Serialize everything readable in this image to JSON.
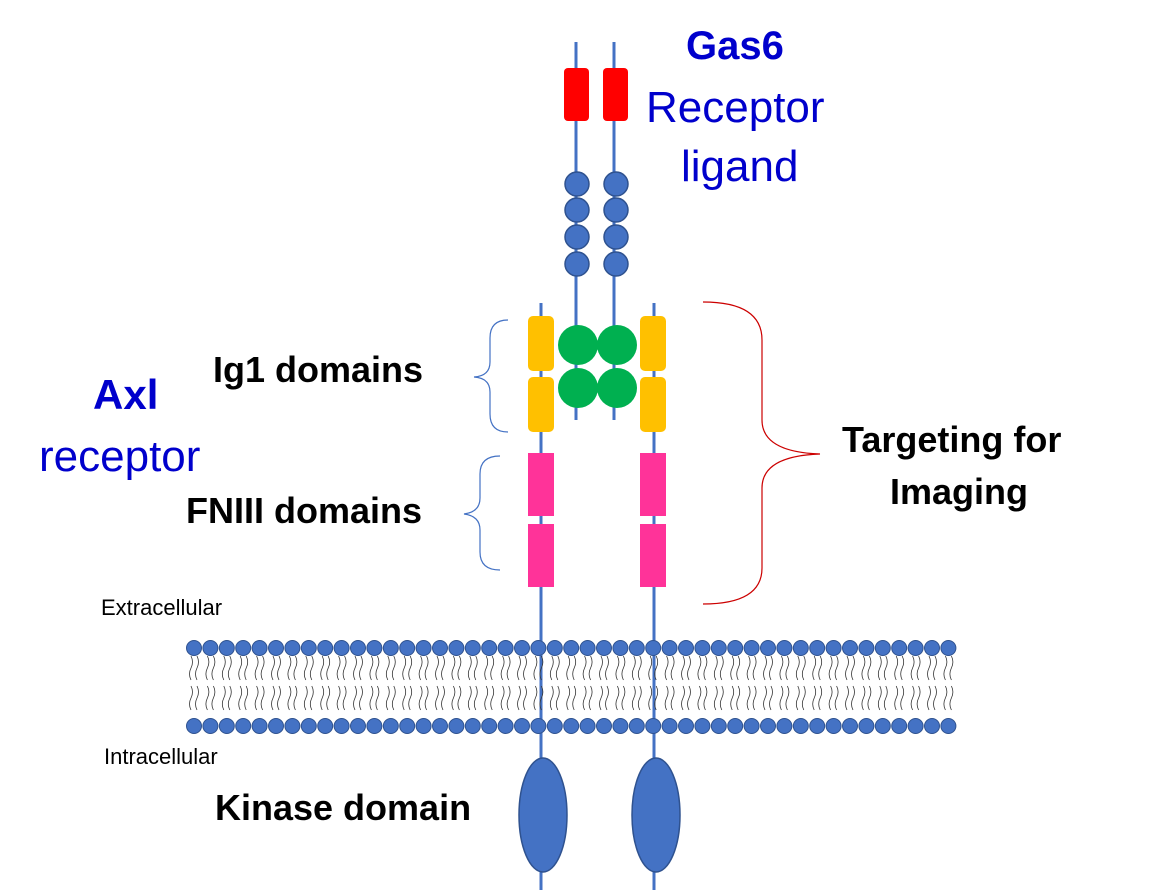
{
  "labels": {
    "gas6": "Gas6",
    "receptor_ligand_1": "Receptor",
    "receptor_ligand_2": "ligand",
    "axl": "Axl",
    "receptor": "receptor",
    "ig1": "Ig1 domains",
    "fniii": "FNIII domains",
    "targeting_1": "Targeting for",
    "targeting_2": "Imaging",
    "extracellular": "Extracellular",
    "intracellular": "Intracellular",
    "kinase": "Kinase domain"
  },
  "colors": {
    "chain": "#4472c4",
    "gas6_head": "#ff0000",
    "ig_domain": "#ffc000",
    "green_domain": "#00b050",
    "fniii_domain": "#ff3399",
    "kinase": "#4472c4",
    "bracket_blue": "#4472c4",
    "bracket_red": "#cc0000",
    "label_blue": "#0000cc"
  }
}
